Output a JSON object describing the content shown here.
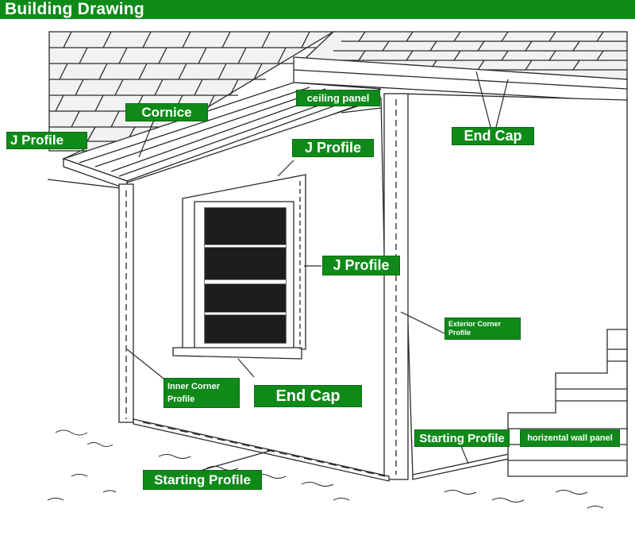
{
  "header": {
    "title": "Building Drawing"
  },
  "labels": {
    "cornice": "Cornice",
    "ceiling_panel": "ceiling panel",
    "j_profile_left": "J Profile",
    "j_profile_window_top": "J Profile",
    "j_profile_window_side": "J Profile",
    "end_cap_eave": "End Cap",
    "end_cap_sill": "End Cap",
    "inner_corner_profile_line1": "Inner Corner",
    "inner_corner_profile_line2": "Profile",
    "exterior_corner_profile_line1": "Exterior Corner",
    "exterior_corner_profile_line2": "Profile",
    "starting_profile_left": "Starting Profile",
    "starting_profile_right": "Starting Profile",
    "horizontal_wall_panel": "horizental wall panel"
  },
  "colors": {
    "label_bg": "#0f8a19",
    "label_text": "#ffffff",
    "line_art": "#2a2a2a"
  }
}
